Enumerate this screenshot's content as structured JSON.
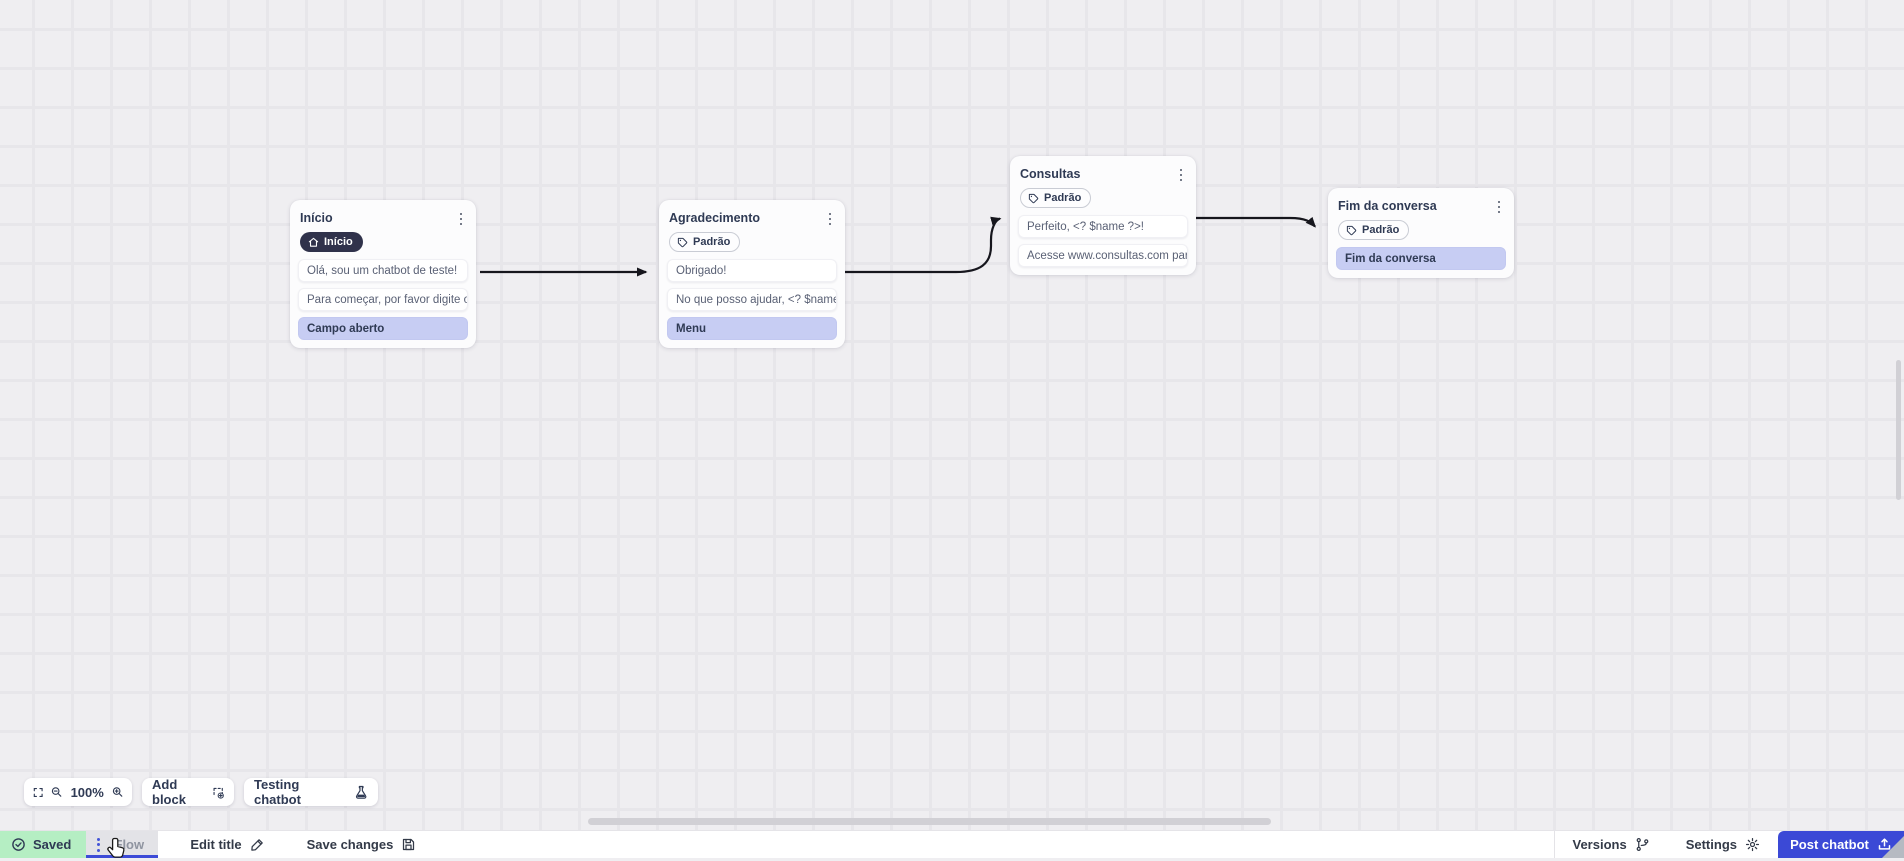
{
  "canvas": {
    "zoom_level": "100%",
    "nodes": [
      {
        "title": "Início",
        "badge": {
          "label": "Início",
          "style": "dark",
          "icon": "home-icon"
        },
        "items": [
          {
            "type": "message",
            "text": "Olá, sou um chatbot de teste!"
          },
          {
            "type": "message",
            "text": "Para começar, por favor digite o ..."
          },
          {
            "type": "action",
            "text": "Campo aberto"
          }
        ]
      },
      {
        "title": "Agradecimento",
        "badge": {
          "label": "Padrão",
          "style": "outline",
          "icon": "tag-icon"
        },
        "items": [
          {
            "type": "message",
            "text": "Obrigado!"
          },
          {
            "type": "message",
            "text": "No que posso ajudar, <? $name ..."
          },
          {
            "type": "action",
            "text": "Menu"
          }
        ]
      },
      {
        "title": "Consultas",
        "badge": {
          "label": "Padrão",
          "style": "outline",
          "icon": "tag-icon"
        },
        "items": [
          {
            "type": "message",
            "text": "Perfeito, <? $name ?>!"
          },
          {
            "type": "message",
            "text": "Acesse www.consultas.com par..."
          }
        ]
      },
      {
        "title": "Fim da conversa",
        "badge": {
          "label": "Padrão",
          "style": "outline",
          "icon": "tag-icon"
        },
        "items": [
          {
            "type": "action",
            "text": "Fim da conversa"
          }
        ]
      }
    ]
  },
  "toolbar": {
    "zoom_level": "100%",
    "add_block_label": "Add block",
    "testing_label": "Testing chatbot"
  },
  "statusbar": {
    "saved_label": "Saved",
    "flow_tab_label": "Flow",
    "edit_title_label": "Edit title",
    "save_changes_label": "Save changes",
    "versions_label": "Versions",
    "settings_label": "Settings",
    "post_chatbot_label": "Post chatbot"
  },
  "colors": {
    "accent_blue": "#3b49d6",
    "tab_underline_blue": "#3d4bd7",
    "action_lavender": "#c7cdf3",
    "saved_green": "#b5eec3",
    "badge_dark": "#30324b",
    "connector_black": "#16161d",
    "canvas_bg": "#efeef1"
  }
}
